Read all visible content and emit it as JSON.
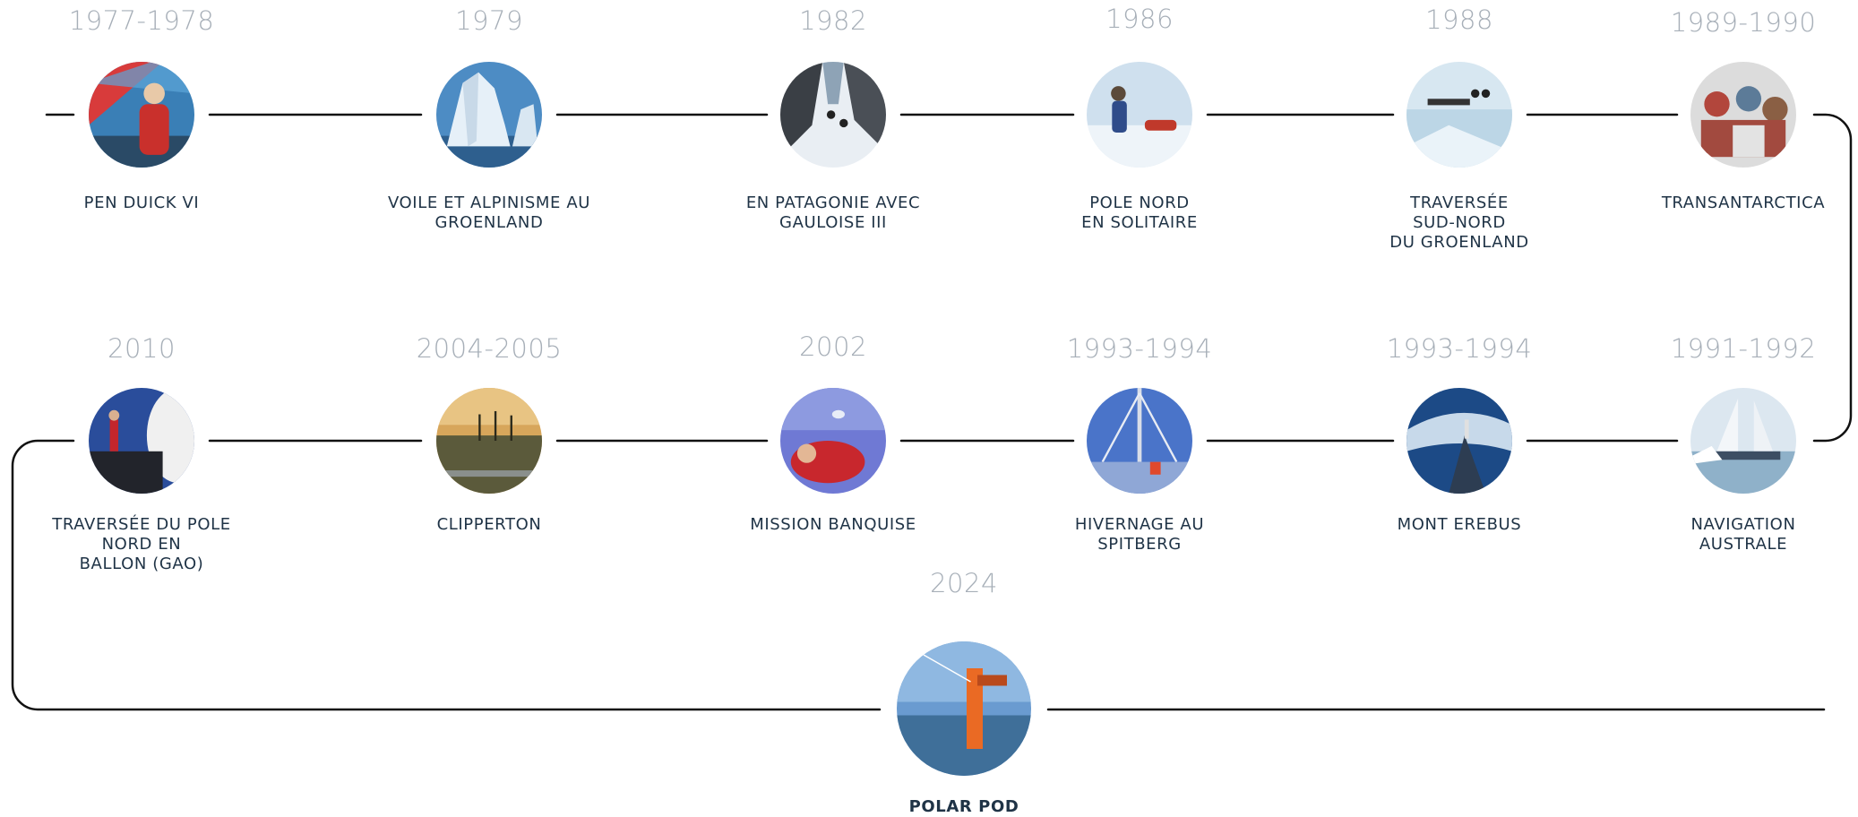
{
  "timeline": {
    "items": [
      {
        "year": "1977-1978",
        "title": [
          "PEN DUICK VI"
        ],
        "photo": "sailing-photo"
      },
      {
        "year": "1979",
        "title": [
          "VOILE ET ALPINISME AU",
          "GROENLAND"
        ],
        "photo": "iceberg-photo"
      },
      {
        "year": "1982",
        "title": [
          "EN PATAGONIE AVEC",
          "GAULOISE III"
        ],
        "photo": "mountain-photo"
      },
      {
        "year": "1986",
        "title": [
          "POLE NORD",
          "EN SOLITAIRE"
        ],
        "photo": "polar-trek-photo"
      },
      {
        "year": "1988",
        "title": [
          "TRAVERSÉE",
          "SUD-NORD",
          "DU GROENLAND"
        ],
        "photo": "dogsled-photo"
      },
      {
        "year": "1989-1990",
        "title": [
          "TRANSANTARCTICA"
        ],
        "photo": "expedition-team-photo"
      },
      {
        "year": "1991-1992",
        "title": [
          "NAVIGATION",
          "AUSTRALE"
        ],
        "photo": "sailboat-photo"
      },
      {
        "year": "1993-1994",
        "title": [
          "MONT EREBUS"
        ],
        "photo": "volcano-photo"
      },
      {
        "year": "1993-1994",
        "title": [
          "HIVERNAGE AU",
          "SPITBERG"
        ],
        "photo": "wintering-boat-photo"
      },
      {
        "year": "2002",
        "title": [
          "MISSION BANQUISE"
        ],
        "photo": "ice-floe-photo"
      },
      {
        "year": "2004-2005",
        "title": [
          "CLIPPERTON"
        ],
        "photo": "island-photo"
      },
      {
        "year": "2010",
        "title": [
          "TRAVERSÉE DU POLE",
          "NORD EN",
          "BALLON (GAO)"
        ],
        "photo": "balloon-photo"
      },
      {
        "year": "2024",
        "title": [
          "POLAR POD"
        ],
        "photo": "polar-pod-photo"
      }
    ]
  },
  "colors": {
    "line": "#111111",
    "year": "#a7afb8",
    "label": "#1f3346"
  }
}
